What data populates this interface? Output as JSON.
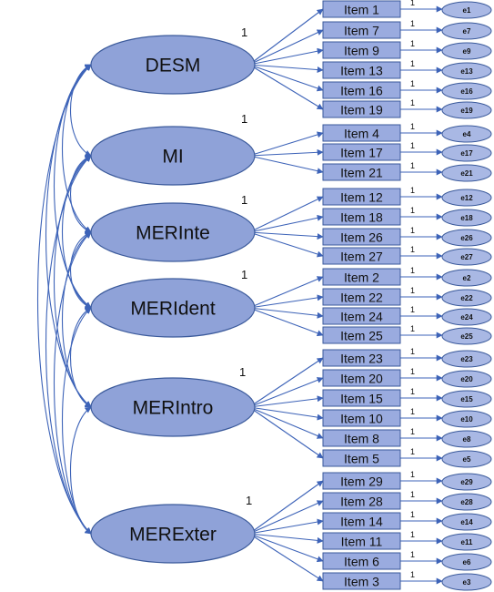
{
  "colors": {
    "factor_fill": "#8fa2d8",
    "item_fill": "#9aabdf",
    "error_fill": "#a9b8e4",
    "stroke": "#3b5a9b",
    "arrow": "#3d63b8"
  },
  "factors": [
    {
      "label": "DESM",
      "variance_label": "1",
      "items": [
        {
          "label": "Item 1",
          "error": "e1",
          "weight_label": "1"
        },
        {
          "label": "Item 7",
          "error": "e7",
          "weight_label": "1"
        },
        {
          "label": "Item 9",
          "error": "e9",
          "weight_label": "1"
        },
        {
          "label": "Item 13",
          "error": "e13",
          "weight_label": "1"
        },
        {
          "label": "Item 16",
          "error": "e16",
          "weight_label": "1"
        },
        {
          "label": "Item 19",
          "error": "e19",
          "weight_label": "1"
        }
      ]
    },
    {
      "label": "MI",
      "variance_label": "1",
      "items": [
        {
          "label": "Item 4",
          "error": "e4",
          "weight_label": "1"
        },
        {
          "label": "Item 17",
          "error": "e17",
          "weight_label": "1"
        },
        {
          "label": "Item 21",
          "error": "e21",
          "weight_label": "1"
        }
      ]
    },
    {
      "label": "MERInte",
      "variance_label": "1",
      "items": [
        {
          "label": "Item 12",
          "error": "e12",
          "weight_label": "1"
        },
        {
          "label": "Item 18",
          "error": "e18",
          "weight_label": "1"
        },
        {
          "label": "Item 26",
          "error": "e26",
          "weight_label": "1"
        },
        {
          "label": "Item 27",
          "error": "e27",
          "weight_label": "1"
        }
      ]
    },
    {
      "label": "MERIdent",
      "variance_label": "1",
      "items": [
        {
          "label": "Item 2",
          "error": "e2",
          "weight_label": "1"
        },
        {
          "label": "Item 22",
          "error": "e22",
          "weight_label": "1"
        },
        {
          "label": "Item 24",
          "error": "e24",
          "weight_label": "1"
        },
        {
          "label": "Item 25",
          "error": "e25",
          "weight_label": "1"
        }
      ]
    },
    {
      "label": "MERIntro",
      "variance_label": "1",
      "items": [
        {
          "label": "Item 23",
          "error": "e23",
          "weight_label": "1"
        },
        {
          "label": "Item 20",
          "error": "e20",
          "weight_label": "1"
        },
        {
          "label": "Item 15",
          "error": "e15",
          "weight_label": "1"
        },
        {
          "label": "Item 10",
          "error": "e10",
          "weight_label": "1"
        },
        {
          "label": "Item 8",
          "error": "e8",
          "weight_label": "1"
        },
        {
          "label": "Item 5",
          "error": "e5",
          "weight_label": "1"
        }
      ]
    },
    {
      "label": "MERExter",
      "variance_label": "1",
      "items": [
        {
          "label": "Item 29",
          "error": "e29",
          "weight_label": "1"
        },
        {
          "label": "Item 28",
          "error": "e28",
          "weight_label": "1"
        },
        {
          "label": "Item 14",
          "error": "e14",
          "weight_label": "1"
        },
        {
          "label": "Item 11",
          "error": "e11",
          "weight_label": "1"
        },
        {
          "label": "Item 6",
          "error": "e6",
          "weight_label": "1"
        },
        {
          "label": "Item 3",
          "error": "e3",
          "weight_label": "1"
        }
      ]
    }
  ]
}
